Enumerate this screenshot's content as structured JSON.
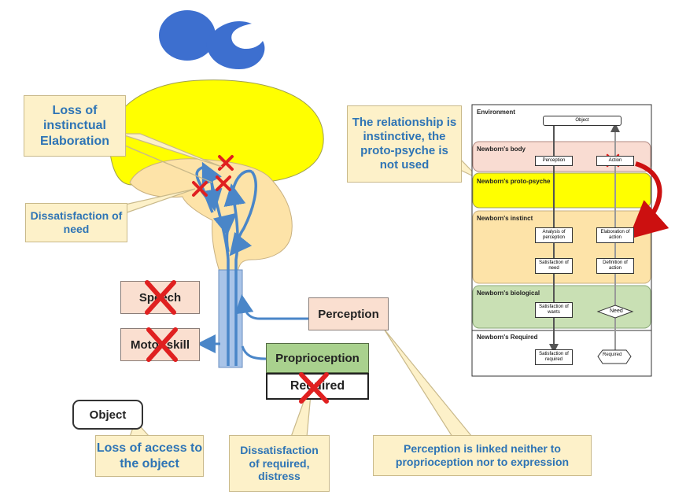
{
  "callouts": {
    "loss_elaboration": "Loss of instinctual Elaboration",
    "dissatisfaction_need": "Dissatisfaction of need",
    "relationship": "The relationship is instinctive, the proto-psyche is not used",
    "loss_access": "Loss of access to the object",
    "dissatisfaction_required": "Dissatisfaction of required, distress",
    "perception_linked": "Perception is linked neither to proprioception nor to expression"
  },
  "boxes": {
    "speech": "Speech",
    "motor_skill": "Motor skill",
    "perception": "Perception",
    "proprioception": "Proprioception",
    "required": "Required",
    "object": "Object"
  },
  "inset": {
    "bands": {
      "environment": "Environment",
      "body": "Newborn's body",
      "proto_psyche": "Newborn's proto-psyche",
      "instinct": "Newborn's instinct",
      "biological": "Newborn's biological",
      "required": "Newborn's Required"
    },
    "nodes": {
      "object": "Object",
      "perception": "Perception",
      "action": "Action",
      "analysis": "Analysis of perception",
      "elaboration": "Elaboration of action",
      "satisfaction_of_need": "Satisfaction of need",
      "definition_action": "Definition of action",
      "satisfaction_want": "Satisfaction of wants",
      "need": "Need",
      "satisfaction_required": "Satisfaction of required",
      "required": "Required"
    }
  },
  "colors": {
    "callout_text": "#2e74b5",
    "brain_yellow": "#ffff00",
    "cross_red": "#e02020",
    "arrow_blue": "#4a86c8",
    "proprioception_green": "#a9d18e"
  }
}
